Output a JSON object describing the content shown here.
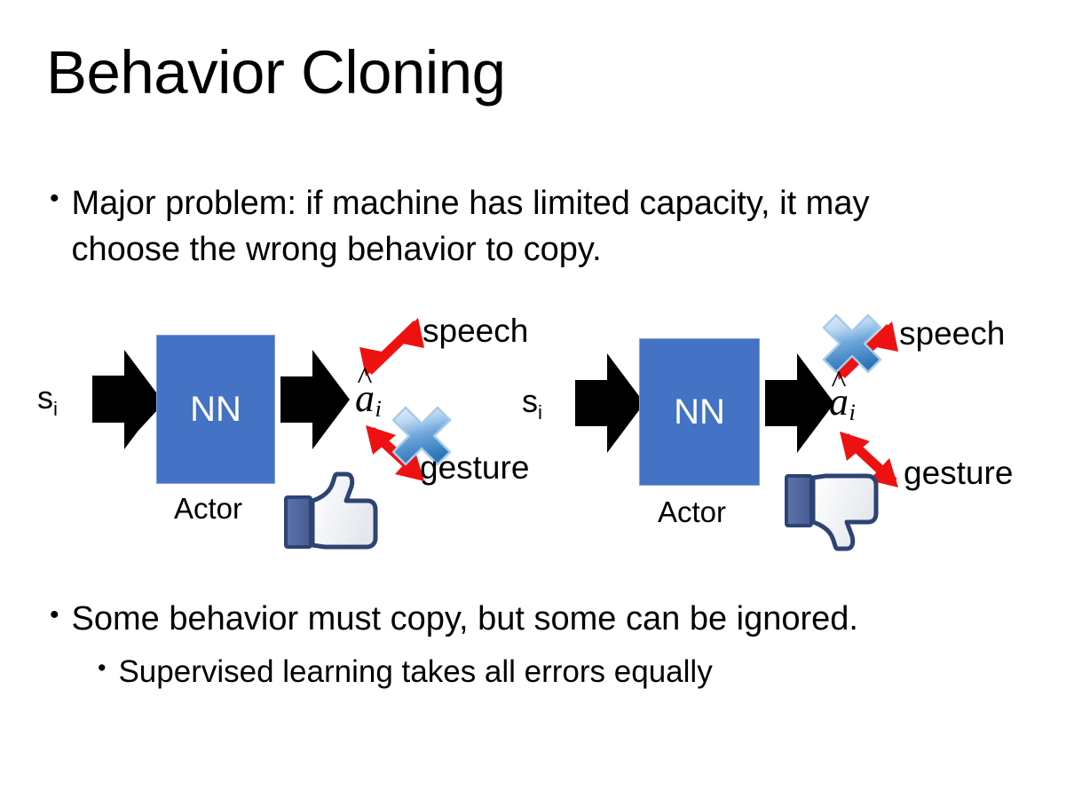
{
  "slide": {
    "title": "Behavior Cloning",
    "background_color": "#FFFFFF"
  },
  "bullets": [
    {
      "level": 1,
      "marker": "•",
      "text": "Major problem: if machine has limited capacity, it may choose the wrong behavior to copy."
    },
    {
      "level": 1,
      "marker": "•",
      "text": "Some behavior must copy, but some can be ignored."
    },
    {
      "level": 2,
      "marker": "•",
      "text": "Supervised learning takes all errors equally"
    }
  ],
  "colors": {
    "nn_fill": "#4472C4",
    "nn_border": "#7FA0D8",
    "nn_text": "#FFFFFF",
    "arrow_black": "#000000",
    "arrow_red": "#EE1111",
    "x_mark_light": "#CFE2F5",
    "x_mark_dark": "#2E75B6",
    "x_mark_border": "#9CC3E8",
    "thumb_outline": "#3B5998",
    "thumb_fill": "#FFFFFF",
    "thumb_cuff": "#5B6FA8"
  },
  "diagrams": [
    {
      "id": "left",
      "state_label": "s",
      "state_sub": "i",
      "nn_label": "NN",
      "nn_caption": "Actor",
      "action_symbol": "a",
      "action_hat": "̂",
      "action_sub": "i",
      "branches": [
        {
          "name": "speech",
          "label": "speech",
          "crossed_out": false
        },
        {
          "name": "gesture",
          "label": "gesture",
          "crossed_out": true
        }
      ],
      "verdict_icon": "thumbs-up-icon",
      "verdict": "positive"
    },
    {
      "id": "right",
      "state_label": "s",
      "state_sub": "i",
      "nn_label": "NN",
      "nn_caption": "Actor",
      "action_symbol": "a",
      "action_hat": "̂",
      "action_sub": "i",
      "branches": [
        {
          "name": "speech",
          "label": "speech",
          "crossed_out": true
        },
        {
          "name": "gesture",
          "label": "gesture",
          "crossed_out": false
        }
      ],
      "verdict_icon": "thumbs-down-icon",
      "verdict": "negative"
    }
  ]
}
